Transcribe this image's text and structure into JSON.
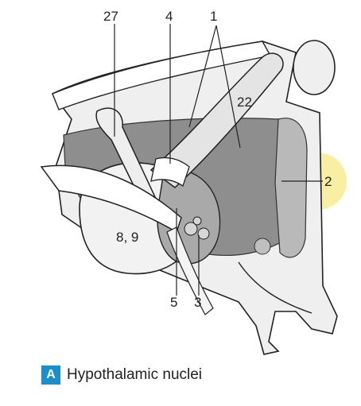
{
  "figure": {
    "labels": {
      "l27": "27",
      "l4": "4",
      "l1": "1",
      "l22": "22",
      "l2": "2",
      "l89": "8, 9",
      "l5": "5",
      "l3": "3"
    },
    "caption": {
      "badge": "A",
      "title": "Hypothalamic nuclei"
    },
    "colors": {
      "nucleus_fill": "#8e8e8e",
      "structure_fill": "#ececec",
      "outline": "#222222",
      "highlight": "#f6ea86",
      "badge": "#1a8fc9"
    }
  }
}
